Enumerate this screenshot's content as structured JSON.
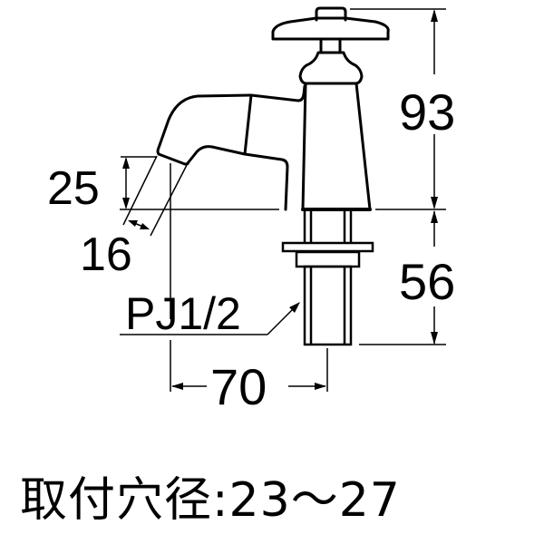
{
  "diagram": {
    "type": "faucet-dimension-drawing",
    "dimensions": {
      "overall_height_upper": "93",
      "spout_outlet_height": "25",
      "spout_outlet_diameter": "16",
      "thread_spec": "PJ1/2",
      "shank_length": "56",
      "spout_reach": "70"
    },
    "caption": {
      "label": "取付穴径",
      "separator": ":",
      "value": "23〜27"
    },
    "colors": {
      "line": "#000000",
      "background": "#ffffff"
    }
  }
}
